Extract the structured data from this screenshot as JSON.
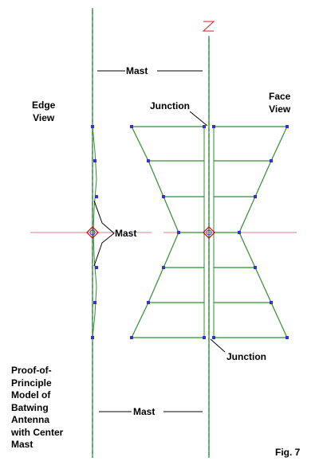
{
  "labels": {
    "mast_top": "Mast",
    "mast_middle": "Mast",
    "mast_bottom": "Mast",
    "edge_view": "Edge\nView",
    "face_view": "Face\nView",
    "junction_top": "Junction",
    "junction_bottom": "Junction",
    "caption": "Proof-of-\nPrinciple\nModel of\nBatwing\nAntenna\nwith Center\nMast",
    "fig": "Fig. 7"
  },
  "colors": {
    "wire": "#2f8f2f",
    "wire_dash": "#7fb0ff",
    "segment": "#3333cc",
    "axis": "#e08080",
    "source": "#cc0000",
    "leader": "#000000"
  }
}
